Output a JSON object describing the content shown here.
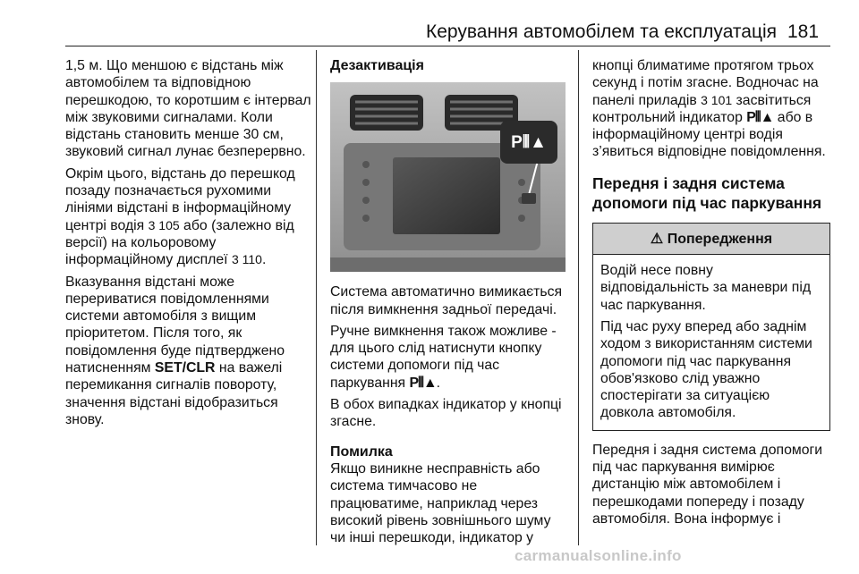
{
  "header": {
    "title": "Керування автомобілем та експлуатація",
    "page_number": "181"
  },
  "col_a": {
    "p1": "1,5 м. Що меншою є відстань між автомобілем та відповідною перешкодою, то коротшим є інтервал між звуковими сигналами. Коли відстань становить менше 30 см, звуковий сигнал лунає безперервно.",
    "p2_before": "Окрім цього, відстань до перешкод позаду позначається рухомими лініями відстані в інформаційному центрі водія ",
    "p2_ref1": "3 105",
    "p2_mid": " або (залежно від версії) на кольоровому інформаційному дисплеї ",
    "p2_ref2": "3 110",
    "p2_end": ".",
    "p3_before": "Вказування відстані може перериватися повідомленнями системи автомобіля з вищим пріоритетом. Після того, як повідомлення буде підтверджено натисненням ",
    "p3_button": "SET/CLR",
    "p3_after": " на важелі перемикання сигналів повороту, значення відстані відобразиться знову."
  },
  "col_b": {
    "heading": "Дезактивація",
    "photo_badge": "P⦀▲",
    "p1": "Система автоматично вимикається після вимкнення задньої передачі.",
    "p2": "Ручне вимкнення також можливе - для цього слід натиснути кнопку системи допомоги під час паркування ",
    "p2_symbol": "P⦀▲",
    "p2_end": ".",
    "p3": "В обох випадках індикатор у кнопці згасне.",
    "fault_heading": "Помилка",
    "fault_text": "Якщо виникне несправність або система тимчасово не працюватиме, наприклад через високий рівень зовнішнього шуму чи інші перешкоди, індикатор у"
  },
  "col_c": {
    "p1_before": "кнопці блиматиме протягом трьох секунд і потім згасне. Водночас на панелі приладів ",
    "p1_ref": "3 101",
    "p1_mid": " засвітиться контрольний індикатор ",
    "p1_symbol": "P⦀▲",
    "p1_after": " або в інформаційному центрі водія з’явиться відповідне повідомлення.",
    "heading": "Передня і задня система допомоги під час паркування",
    "warning_title": "⚠ Попередження",
    "warning_p1": "Водій несе повну відповідальність за маневри під час паркування.",
    "warning_p2": "Під час руху вперед або заднім ходом з використанням системи допомоги під час паркування обов'язково слід уважно спостерігати за ситуацією довкола автомобіля.",
    "p2": "Передня і задня система допомоги під час паркування вимірює дистанцію між автомобілем і перешкодами попереду і позаду автомобіля. Вона інформує і"
  },
  "footer": {
    "watermark": "carmanualsonline.info"
  }
}
